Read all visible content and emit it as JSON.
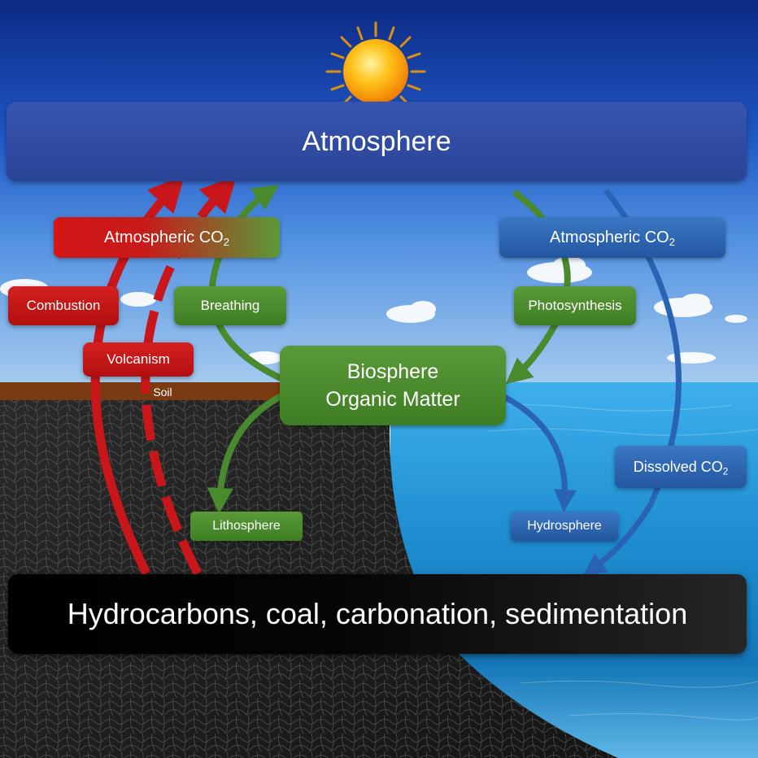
{
  "atmosphere": {
    "label": "Atmosphere"
  },
  "sedimentation": {
    "label": "Hydrocarbons, coal, carbonation, sedimentation"
  },
  "biosphere": {
    "line1": "Biosphere",
    "line2": "Organic Matter"
  },
  "atmospheric_co2_left": {
    "label": "Atmospheric CO",
    "sub": "2"
  },
  "atmospheric_co2_right": {
    "label": "Atmospheric CO",
    "sub": "2"
  },
  "processes": {
    "combustion": "Combustion",
    "volcanism": "Volcanism",
    "breathing": "Breathing",
    "photosynthesis": "Photosynthesis"
  },
  "reservoirs": {
    "soil": "Soil",
    "lithosphere": "Lithosphere",
    "hydrosphere": "Hydrosphere"
  },
  "dissolved_co2": {
    "label": "Dissolved CO",
    "sub": "2"
  },
  "colors": {
    "red_flow": "#c8161b",
    "green_flow": "#4a8a2e",
    "blue_flow": "#2a62b4",
    "sky": "#1f4fb0",
    "ocean": "#1f8fd2",
    "soil": "#7a3a12"
  },
  "icons": [
    "sun-icon",
    "cloud-icon"
  ]
}
